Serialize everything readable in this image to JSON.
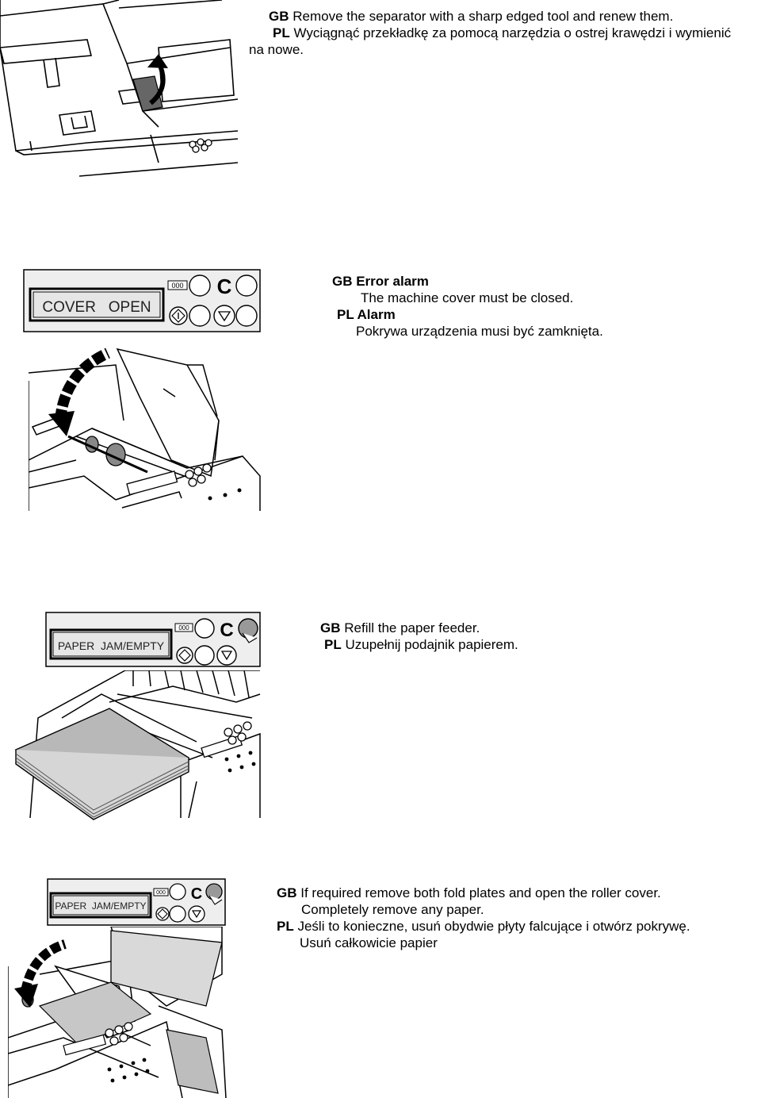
{
  "steps": [
    {
      "id": "separator",
      "gb_tag": "GB",
      "gb_text": "Remove the separator with a sharp edged tool and renew them.",
      "pl_tag": "PL",
      "pl_text": "Wyciągnąć przekładkę za pomocą narzędzia o ostrej krawędzi i wymienić",
      "pl_text_cont": "na nowe."
    },
    {
      "id": "cover-open",
      "display_text": "COVER   OPEN",
      "gb_heading": "GB Error alarm",
      "gb_text": "The machine cover must be closed.",
      "pl_heading": "PL Alarm",
      "pl_text": "Pokrywa urządzenia musi być zamknięta."
    },
    {
      "id": "paper-empty",
      "display_text": "PAPER  JAM/EMPTY",
      "gb_tag": "GB",
      "gb_text": "Refill the paper feeder.",
      "pl_tag": "PL",
      "pl_text": "Uzupełnij podajnik papierem."
    },
    {
      "id": "paper-jam",
      "display_text": "PAPER  JAM/EMPTY",
      "gb_tag": "GB",
      "gb_text": "If required remove both fold plates and open the roller cover.",
      "gb_text_cont": "Completely remove any paper.",
      "pl_tag": "PL",
      "pl_text": "Jeśli to konieczne, usuń obydwie płyty falcujące i otwórz pokrywę.",
      "pl_text_cont": "Usuń całkowicie papier"
    }
  ],
  "panel": {
    "clear_key": "C",
    "counter_glyph": "000"
  }
}
